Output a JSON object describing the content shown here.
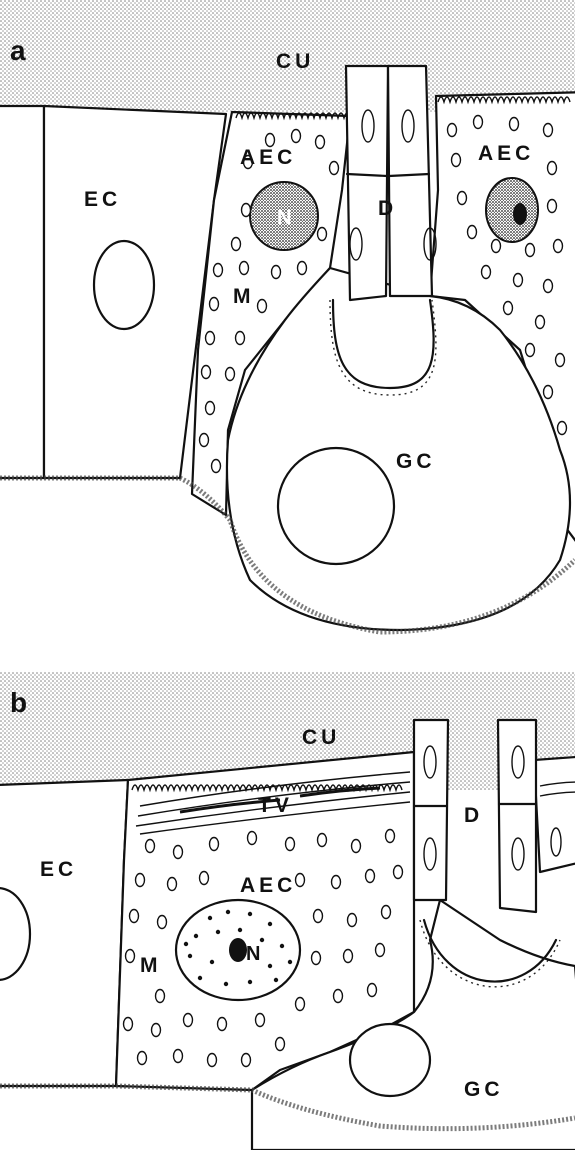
{
  "panels": [
    {
      "letter": "a",
      "labels": {
        "cuticle": "CU",
        "epithelial_cell": "EC",
        "left_accessory_cell": "AEC",
        "right_accessory_cell": "AEC",
        "nucleus": "N",
        "duct": "D",
        "mitochondria": "M",
        "gland_cell": "GC"
      }
    },
    {
      "letter": "b",
      "labels": {
        "cuticle": "CU",
        "vesicles": "TV",
        "epithelial_cell": "EC",
        "accessory_cell": "AEC",
        "duct": "D",
        "nucleus": "N",
        "mitochondria": "M",
        "gland_cell": "GC"
      }
    }
  ],
  "colors": {
    "ink": "#111111",
    "cuticle_stipple": "#8a8a8a",
    "background": "#ffffff"
  }
}
